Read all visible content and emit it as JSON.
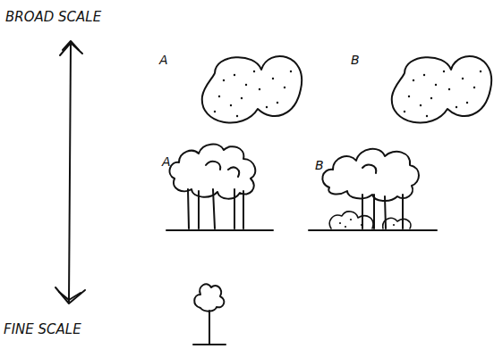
{
  "diagram": {
    "labels": [
      "BROAD SCALE",
      "FINE SCALE",
      "A",
      "B",
      "A",
      "B"
    ]
  }
}
